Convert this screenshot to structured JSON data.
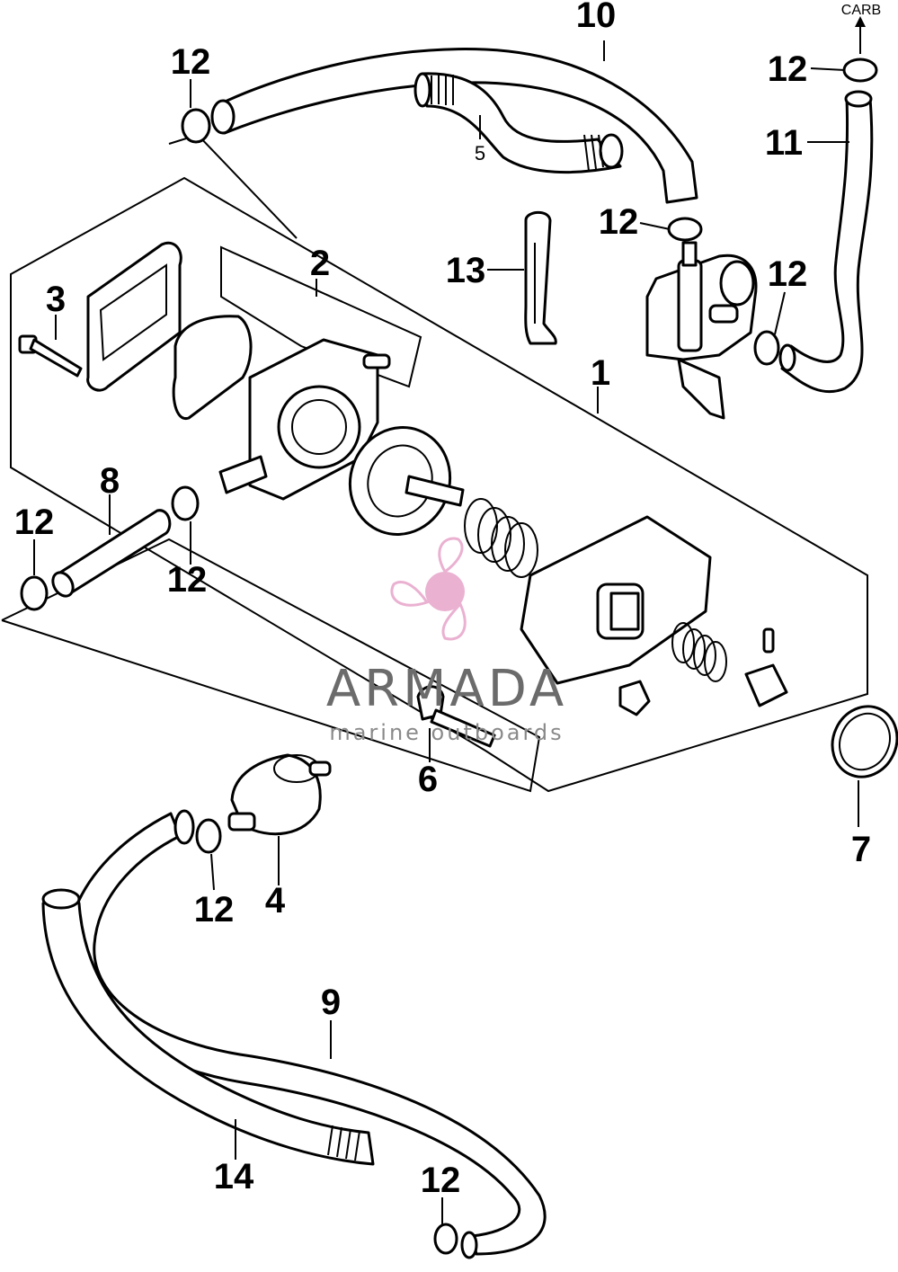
{
  "callouts": [
    {
      "id": "c10a",
      "text": "10"
    },
    {
      "id": "c_carb",
      "text": "CARB"
    },
    {
      "id": "c12a",
      "text": "12"
    },
    {
      "id": "c12b",
      "text": "12"
    },
    {
      "id": "c5",
      "text": "5"
    },
    {
      "id": "c11",
      "text": "11"
    },
    {
      "id": "c2",
      "text": "2"
    },
    {
      "id": "c12c",
      "text": "12"
    },
    {
      "id": "c13",
      "text": "13"
    },
    {
      "id": "c3",
      "text": "3"
    },
    {
      "id": "c12d",
      "text": "12"
    },
    {
      "id": "c1",
      "text": "1"
    },
    {
      "id": "c8",
      "text": "8"
    },
    {
      "id": "c12e",
      "text": "12"
    },
    {
      "id": "c12f",
      "text": "12"
    },
    {
      "id": "c6",
      "text": "6"
    },
    {
      "id": "c7",
      "text": "7"
    },
    {
      "id": "c12g",
      "text": "12"
    },
    {
      "id": "c4",
      "text": "4"
    },
    {
      "id": "c9",
      "text": "9"
    },
    {
      "id": "c14",
      "text": "14"
    },
    {
      "id": "c12h",
      "text": "12"
    }
  ],
  "watermark": {
    "title": "ARMADA",
    "subtitle": "marine outboards",
    "brand_color": "#e8a9cd",
    "text_color": "#6b6b6b"
  }
}
